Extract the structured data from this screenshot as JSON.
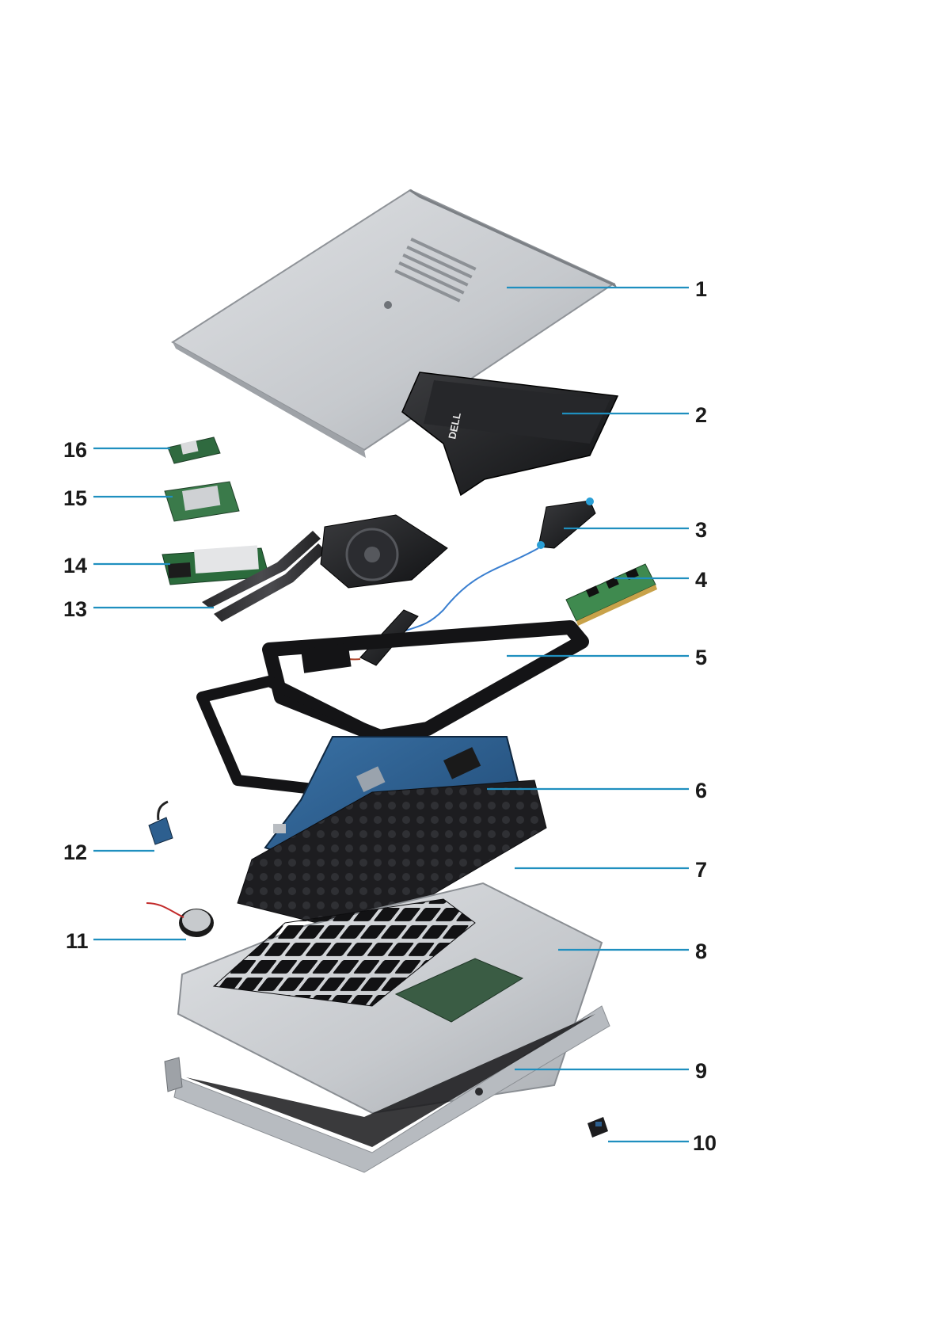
{
  "callouts": [
    {
      "id": "1",
      "label": "1"
    },
    {
      "id": "2",
      "label": "2"
    },
    {
      "id": "3",
      "label": "3"
    },
    {
      "id": "4",
      "label": "4"
    },
    {
      "id": "5",
      "label": "5"
    },
    {
      "id": "6",
      "label": "6"
    },
    {
      "id": "7",
      "label": "7"
    },
    {
      "id": "8",
      "label": "8"
    },
    {
      "id": "9",
      "label": "9"
    },
    {
      "id": "10",
      "label": "10"
    },
    {
      "id": "11",
      "label": "11"
    },
    {
      "id": "12",
      "label": "12"
    },
    {
      "id": "13",
      "label": "13"
    },
    {
      "id": "14",
      "label": "14"
    },
    {
      "id": "15",
      "label": "15"
    },
    {
      "id": "16",
      "label": "16"
    }
  ],
  "colors": {
    "leader_line": "#1f8fbf",
    "chassis_silver": "#c9ccd0",
    "board_blue": "#2d5f8f",
    "plastic_black": "#1b1b1d",
    "card_green": "#3d7a4a"
  },
  "battery": {
    "brand": "DELL"
  }
}
